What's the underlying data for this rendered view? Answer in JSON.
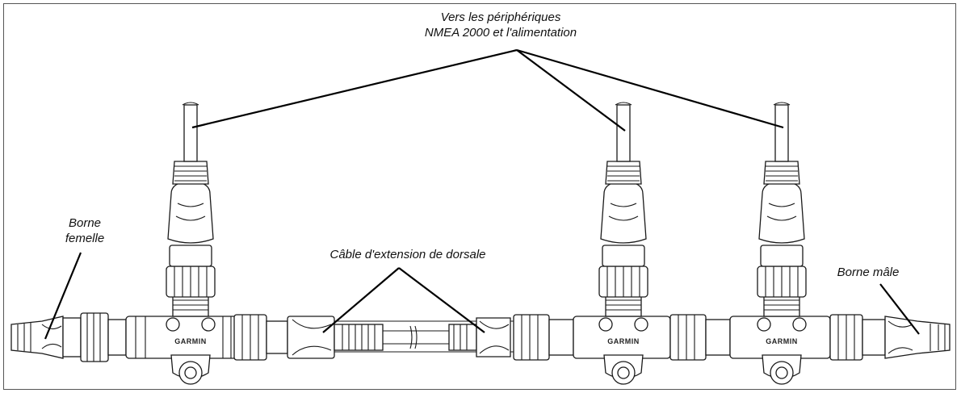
{
  "labels": {
    "to_devices_line1": "Vers les périphériques",
    "to_devices_line2": "NMEA 2000 et l'alimentation",
    "female_terminator_line1": "Borne",
    "female_terminator_line2": "femelle",
    "backbone_extension": "Câble d'extension de dorsale",
    "male_terminator": "Borne mâle"
  },
  "logo_text": "GARMIN",
  "colors": {
    "line": "#1a1a1a",
    "background": "#ffffff"
  }
}
